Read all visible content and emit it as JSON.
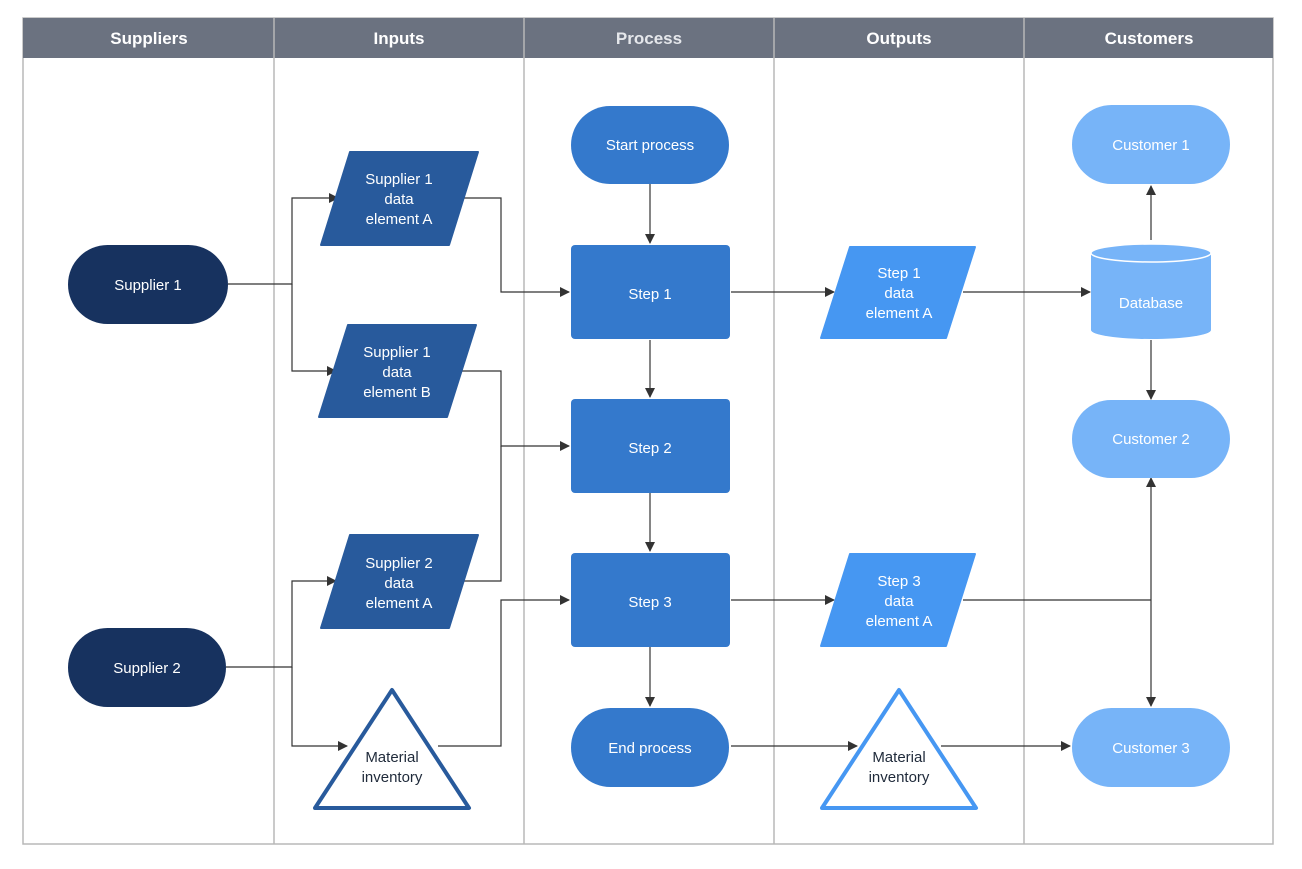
{
  "lanes": [
    {
      "key": "suppliers",
      "title": "Suppliers"
    },
    {
      "key": "inputs",
      "title": "Inputs"
    },
    {
      "key": "process",
      "title": "Process"
    },
    {
      "key": "outputs",
      "title": "Outputs"
    },
    {
      "key": "customers",
      "title": "Customers"
    }
  ],
  "nodes": {
    "supplier1": {
      "lines": [
        "Supplier 1"
      ]
    },
    "supplier2": {
      "lines": [
        "Supplier 2"
      ]
    },
    "s1a": {
      "lines": [
        "Supplier 1",
        "data",
        "element A"
      ]
    },
    "s1b": {
      "lines": [
        "Supplier 1",
        "data",
        "element B"
      ]
    },
    "s2a": {
      "lines": [
        "Supplier 2",
        "data",
        "element A"
      ]
    },
    "inv_in": {
      "lines": [
        "Material",
        "inventory"
      ]
    },
    "start": {
      "lines": [
        "Start process"
      ]
    },
    "step1": {
      "lines": [
        "Step 1"
      ]
    },
    "step2": {
      "lines": [
        "Step 2"
      ]
    },
    "step3": {
      "lines": [
        "Step 3"
      ]
    },
    "end": {
      "lines": [
        "End process"
      ]
    },
    "out1": {
      "lines": [
        "Step 1",
        "data",
        "element A"
      ]
    },
    "out3": {
      "lines": [
        "Step 3",
        "data",
        "element A"
      ]
    },
    "inv_out": {
      "lines": [
        "Material",
        "inventory"
      ]
    },
    "cust1": {
      "lines": [
        "Customer 1"
      ]
    },
    "database": {
      "lines": [
        "Database"
      ]
    },
    "cust2": {
      "lines": [
        "Customer 2"
      ]
    },
    "cust3": {
      "lines": [
        "Customer 3"
      ]
    }
  },
  "colors": {
    "header_bg": "#6b7280",
    "supplier_fill": "#17325f",
    "input_fill": "#285a9c",
    "process_fill": "#3479cc",
    "output_fill": "#4697f2",
    "customer_fill": "#77b4f8",
    "inventory_in_stroke": "#285a9c",
    "inventory_out_stroke": "#4697f2",
    "connector": "#333333",
    "grid": "#b8b8b8"
  }
}
